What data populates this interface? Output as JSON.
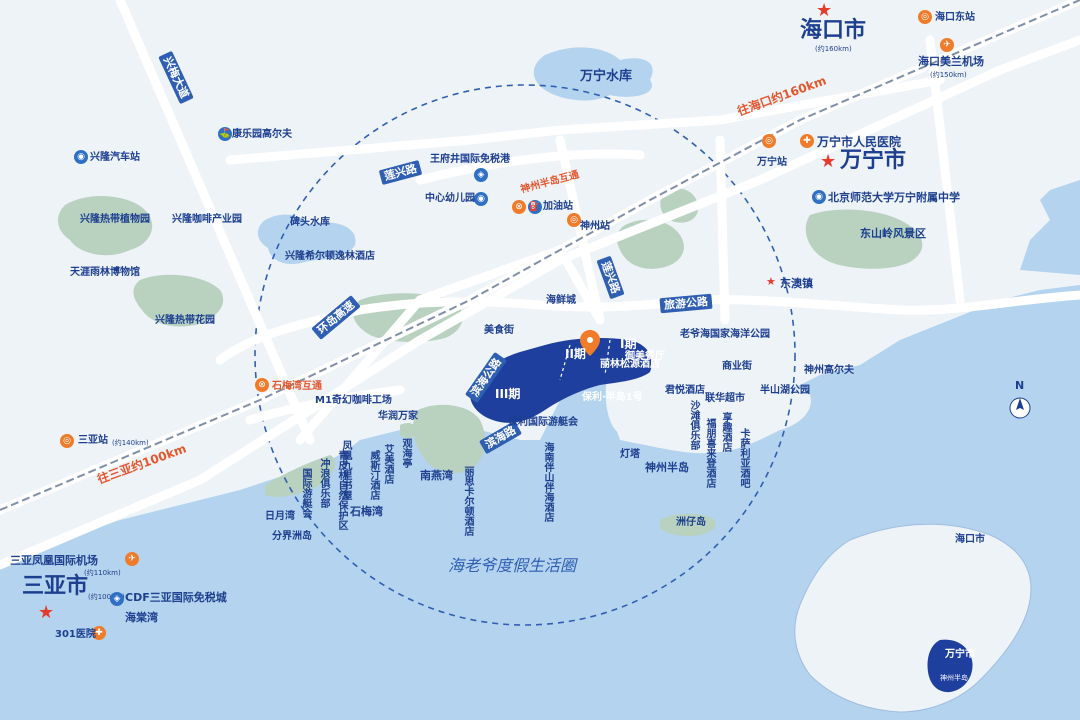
{
  "cities": {
    "haikou": "海口市",
    "haikou_dist": "(约160km)",
    "wanning": "万宁市",
    "sanya": "三亚市",
    "sanya_dist": "(约100km)"
  },
  "roads": {
    "xingmei": "兴梅大道",
    "lianxing": "莲兴路",
    "huandao": "环岛高速",
    "lianxing2": "莲兴路",
    "lvyou": "旅游公路",
    "binhai": "滨海公路",
    "yanhai": "滨海路"
  },
  "directions": {
    "to_haikou": "往海口约160km",
    "to_sanya": "往三亚约100km"
  },
  "interchanges": {
    "shenzhou": "神州半岛互通",
    "shimeiwan": "石梅湾互通"
  },
  "places": {
    "wanning_reservoir": "万宁水库",
    "kangle_golf": "康乐园高尔夫",
    "xinglong_bus": "兴隆汽车站",
    "xinglong_botanical": "兴隆热带植物园",
    "xinglong_coffee": "兴隆咖啡产业园",
    "tianya_museum": "天涯雨林博物馆",
    "xinglong_garden": "兴隆热带花园",
    "beitou_reservoir": "碑头水库",
    "xinglong_hilton": "兴隆希尔顿逸林酒店",
    "wangfujing": "王府井国际免税港",
    "kindergarten": "中心幼儿园",
    "gas_station": "加油站",
    "shenzhou_station": "神州站",
    "wanning_station": "万宁站",
    "hospital": "万宁市人民医院",
    "bnu_school": "北京师范大学万宁附属中学",
    "dongshanling": "东山岭风景区",
    "dongao": "东澳镇",
    "haixiancheng": "海鲜城",
    "meishijie": "美食街",
    "laoye_ocean_park": "老爷海国家海洋公园",
    "shenzhou_golf": "神州高尔夫",
    "shangyejie": "商业街",
    "banshanhu": "半山湖公园",
    "m1_coffee": "M1奇幻咖啡工场",
    "huarun": "华润万家",
    "shimeiwan": "石梅湾",
    "nanyanwan": "南燕湾",
    "shenzhou_peninsula": "神州半岛",
    "riyuewan": "日月湾",
    "fenjiezhou": "分界洲岛",
    "zhouzaidao": "洲仔岛",
    "lighthouse": "灯塔",
    "junyue": "君悦酒店",
    "lianhua_market": "联华超市",
    "yacht_club": "保利国际游艇会",
    "poly_hotel": "丽林松源酒店",
    "restaurant": "御美餐厅",
    "haikou_station": "海口东站",
    "meilan_airport": "海口美兰机场",
    "meilan_dist": "(约150km)",
    "sanya_station": "三亚站",
    "sanya_station_dist": "(约140km)",
    "phoenix_airport": "三亚凤凰国际机场",
    "phoenix_dist": "(约110km)",
    "cdf": "CDF三亚国际免税城",
    "haitangwan": "海棠湾",
    "hospital_301": "301医院"
  },
  "vertical": {
    "fenghuang_jiu": "凤凰九里书屋",
    "chonglang": "冲浪俱乐部",
    "qingpi": "青皮林自然保护区",
    "guoji_youlehui": "国际游艇会",
    "aimei": "艾美酒店",
    "weisiding": "威斯汀酒店",
    "guanhaiting": "观海亭",
    "lishi": "丽思卡尔顿酒店",
    "hainan_banshan": "海南伴山伴海酒店",
    "shalin": "沙滩俱乐部",
    "fulai": "福朋喜来登酒店",
    "xiangqu": "享趣酒店",
    "kasa": "卡萨利亚酒吧"
  },
  "project": {
    "phase1": "I期",
    "phase2": "II期",
    "phase3": "III期",
    "logo": "保利·半岛1号",
    "slogan": "海老爷度假生活圈"
  },
  "compass": "N",
  "inset": {
    "haikou": "海口市",
    "wanning": "万宁市",
    "shenzhou": "神州半岛"
  },
  "colors": {
    "sea": "#b4d3ee",
    "land": "#eef3f8",
    "green": "#b9d2c0",
    "road": "#ffffff",
    "project": "#1e3f9e",
    "accent": "#e4572e",
    "text": "#1d3f8f"
  }
}
